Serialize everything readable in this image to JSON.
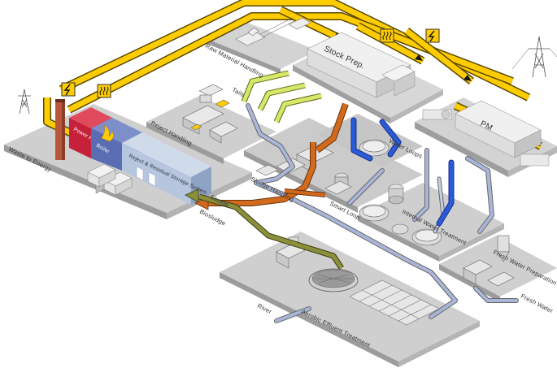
{
  "labels": {
    "raw_material_handling": "Raw Material Handling",
    "stock_prep": "Stock Prep.",
    "pm": "PM",
    "tails": "Tails",
    "reject_handling": "Reject Handling",
    "power_house": "Power House",
    "waste_to_energy": "Waste to Energy",
    "reject_storage": "Reject & Residual Storage System",
    "boiler": "Boiler",
    "water_loops": "Water Loops",
    "sludge": "Sludge",
    "sludge_handling": "Sludge Handling",
    "biosludge": "Biosludge",
    "internal_water_treatment": "Internal Water Treatment",
    "fresh_water_preparation": "Fresh Water Preparation",
    "fresh_water": "Fresh Water",
    "river": "River",
    "aerobic_effluent_treatment": "Aerobic Effluent Treatment",
    "smart_loop": "Smart Loop"
  },
  "icons": {
    "electricity": "lightning-icon",
    "heat": "steam-icon",
    "power_line": "power-pylon-icon",
    "fire": "flame-icon"
  },
  "colors": {
    "energy_line": "#ffcc00",
    "energy_outline": "#5a4a00",
    "platform_top": "#c9c9c9",
    "platform_side": "#9a9a9a",
    "water_pipe": "#aab6d9",
    "clean_water_pipe": "#2a5bd7",
    "sludge_pipe": "#d26a1e",
    "biosludge_pipe": "#8b8f3a",
    "power_house": "#c5213a",
    "storage": "#b6c6df",
    "stock_prep_pipe": "#d6e86a"
  }
}
